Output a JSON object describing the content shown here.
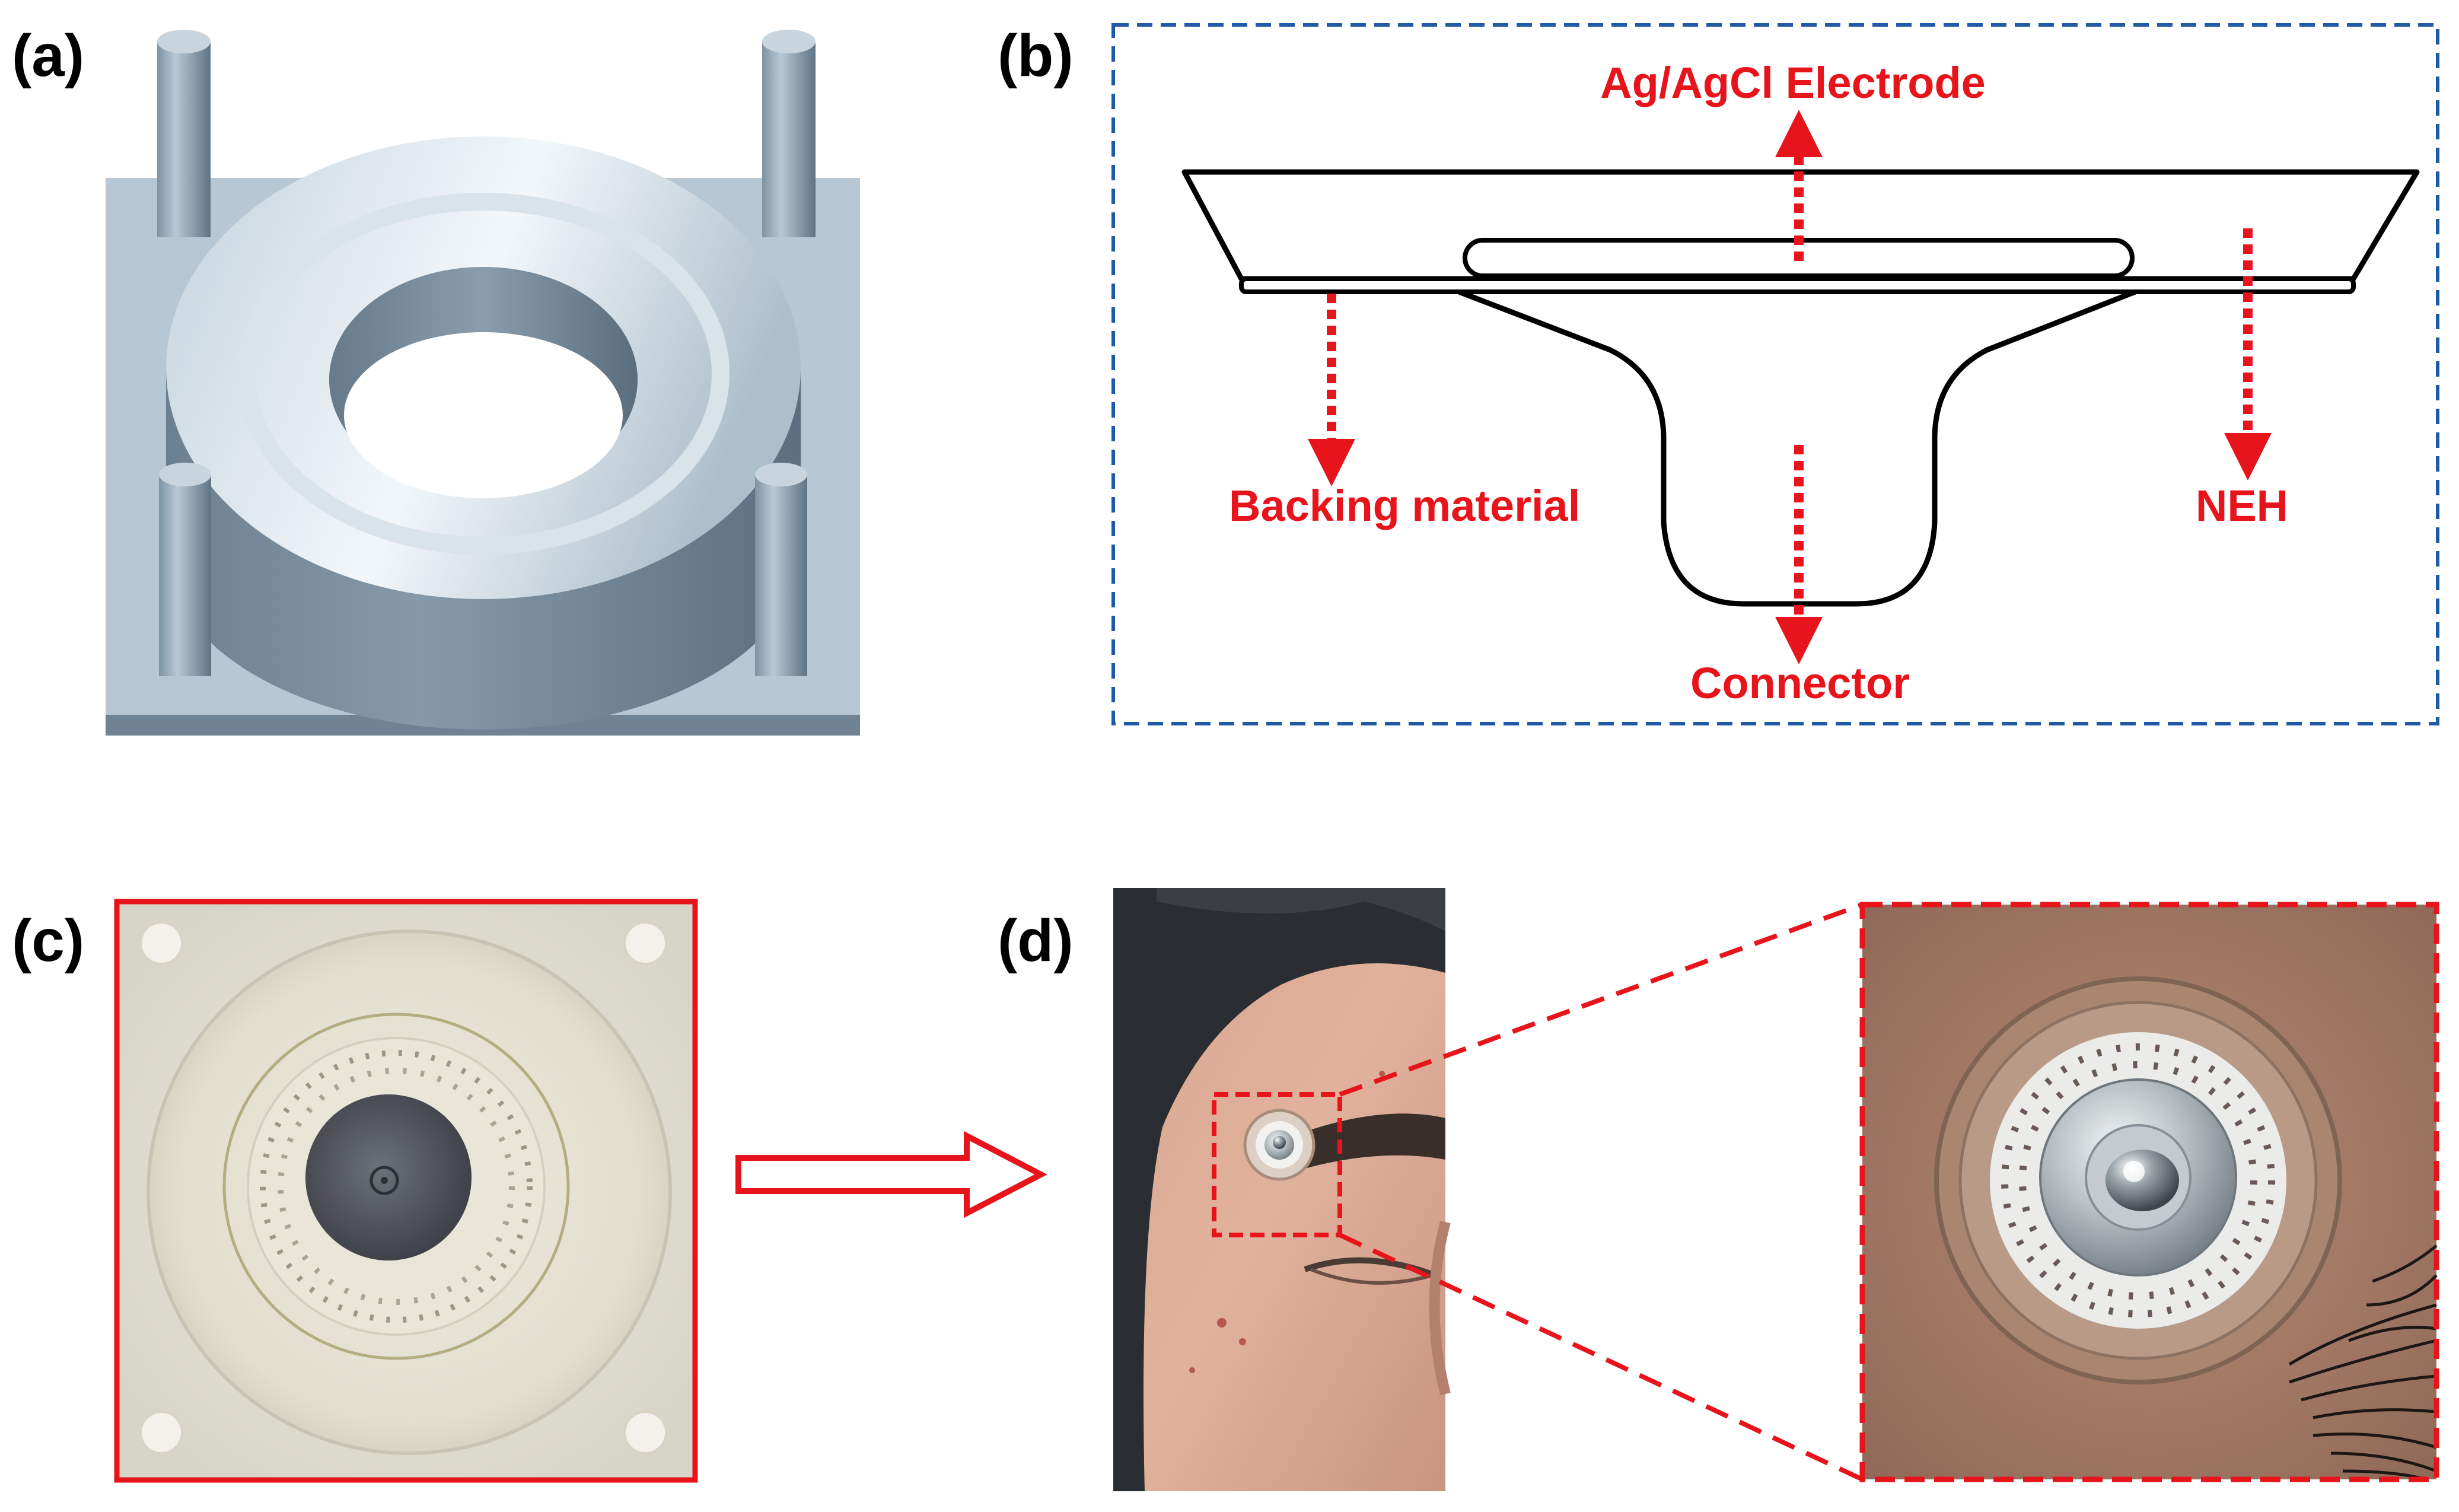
{
  "panels": {
    "a": {
      "label": "(a)"
    },
    "b": {
      "label": "(b)",
      "annotations": {
        "electrode": "Ag/AgCl Electrode",
        "backing": "Backing material",
        "neh": "NEH",
        "connector": "Connector"
      }
    },
    "c": {
      "label": "(c)"
    },
    "d": {
      "label": "(d)"
    }
  },
  "colors": {
    "annotation_red": "#e8141b",
    "dashed_border_blue": "#1f5aa6",
    "mold_gray": "#9fb0bf"
  }
}
